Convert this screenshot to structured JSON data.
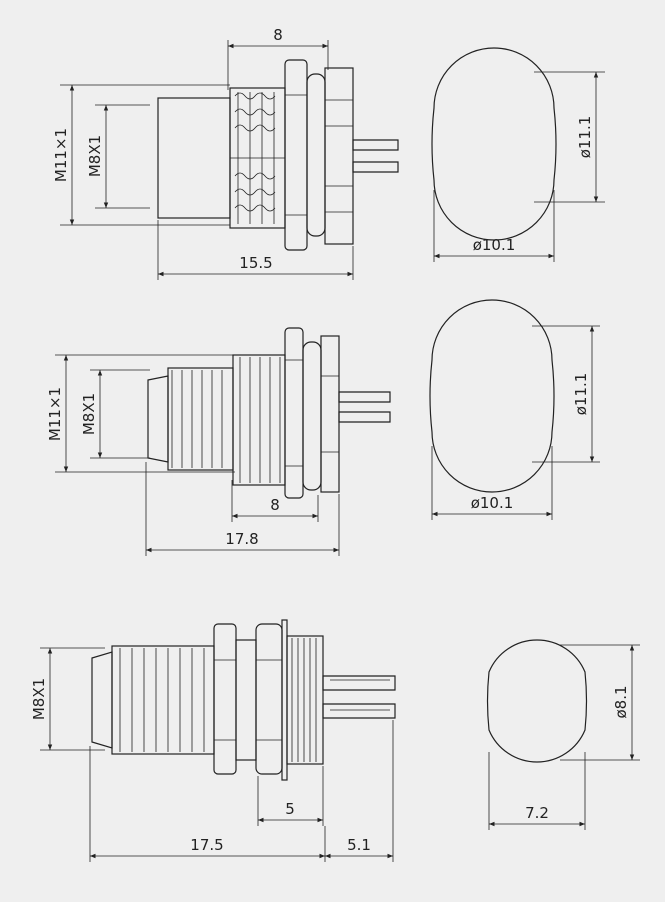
{
  "colors": {
    "background": "#efefef",
    "ink": "#222222"
  },
  "views": [
    {
      "id": "view-1",
      "side_labels": {
        "thread_outer": "M11×1",
        "thread_inner": "M8X1"
      },
      "dims": {
        "thread_len": "8",
        "overall_len": "15.5"
      },
      "end_view": {
        "height": "ø11.1",
        "width": "ø10.1"
      }
    },
    {
      "id": "view-2",
      "side_labels": {
        "thread_outer": "M11×1",
        "thread_inner": "M8X1"
      },
      "dims": {
        "thread_len": "8",
        "overall_len": "17.8"
      },
      "end_view": {
        "height": "ø11.1",
        "width": "ø10.1"
      }
    },
    {
      "id": "view-3",
      "side_labels": {
        "thread": "M8X1"
      },
      "dims": {
        "flange_len": "5",
        "overall_len": "17.5",
        "pin_len": "5.1"
      },
      "end_view": {
        "height": "ø8.1",
        "width": "7.2"
      }
    }
  ]
}
